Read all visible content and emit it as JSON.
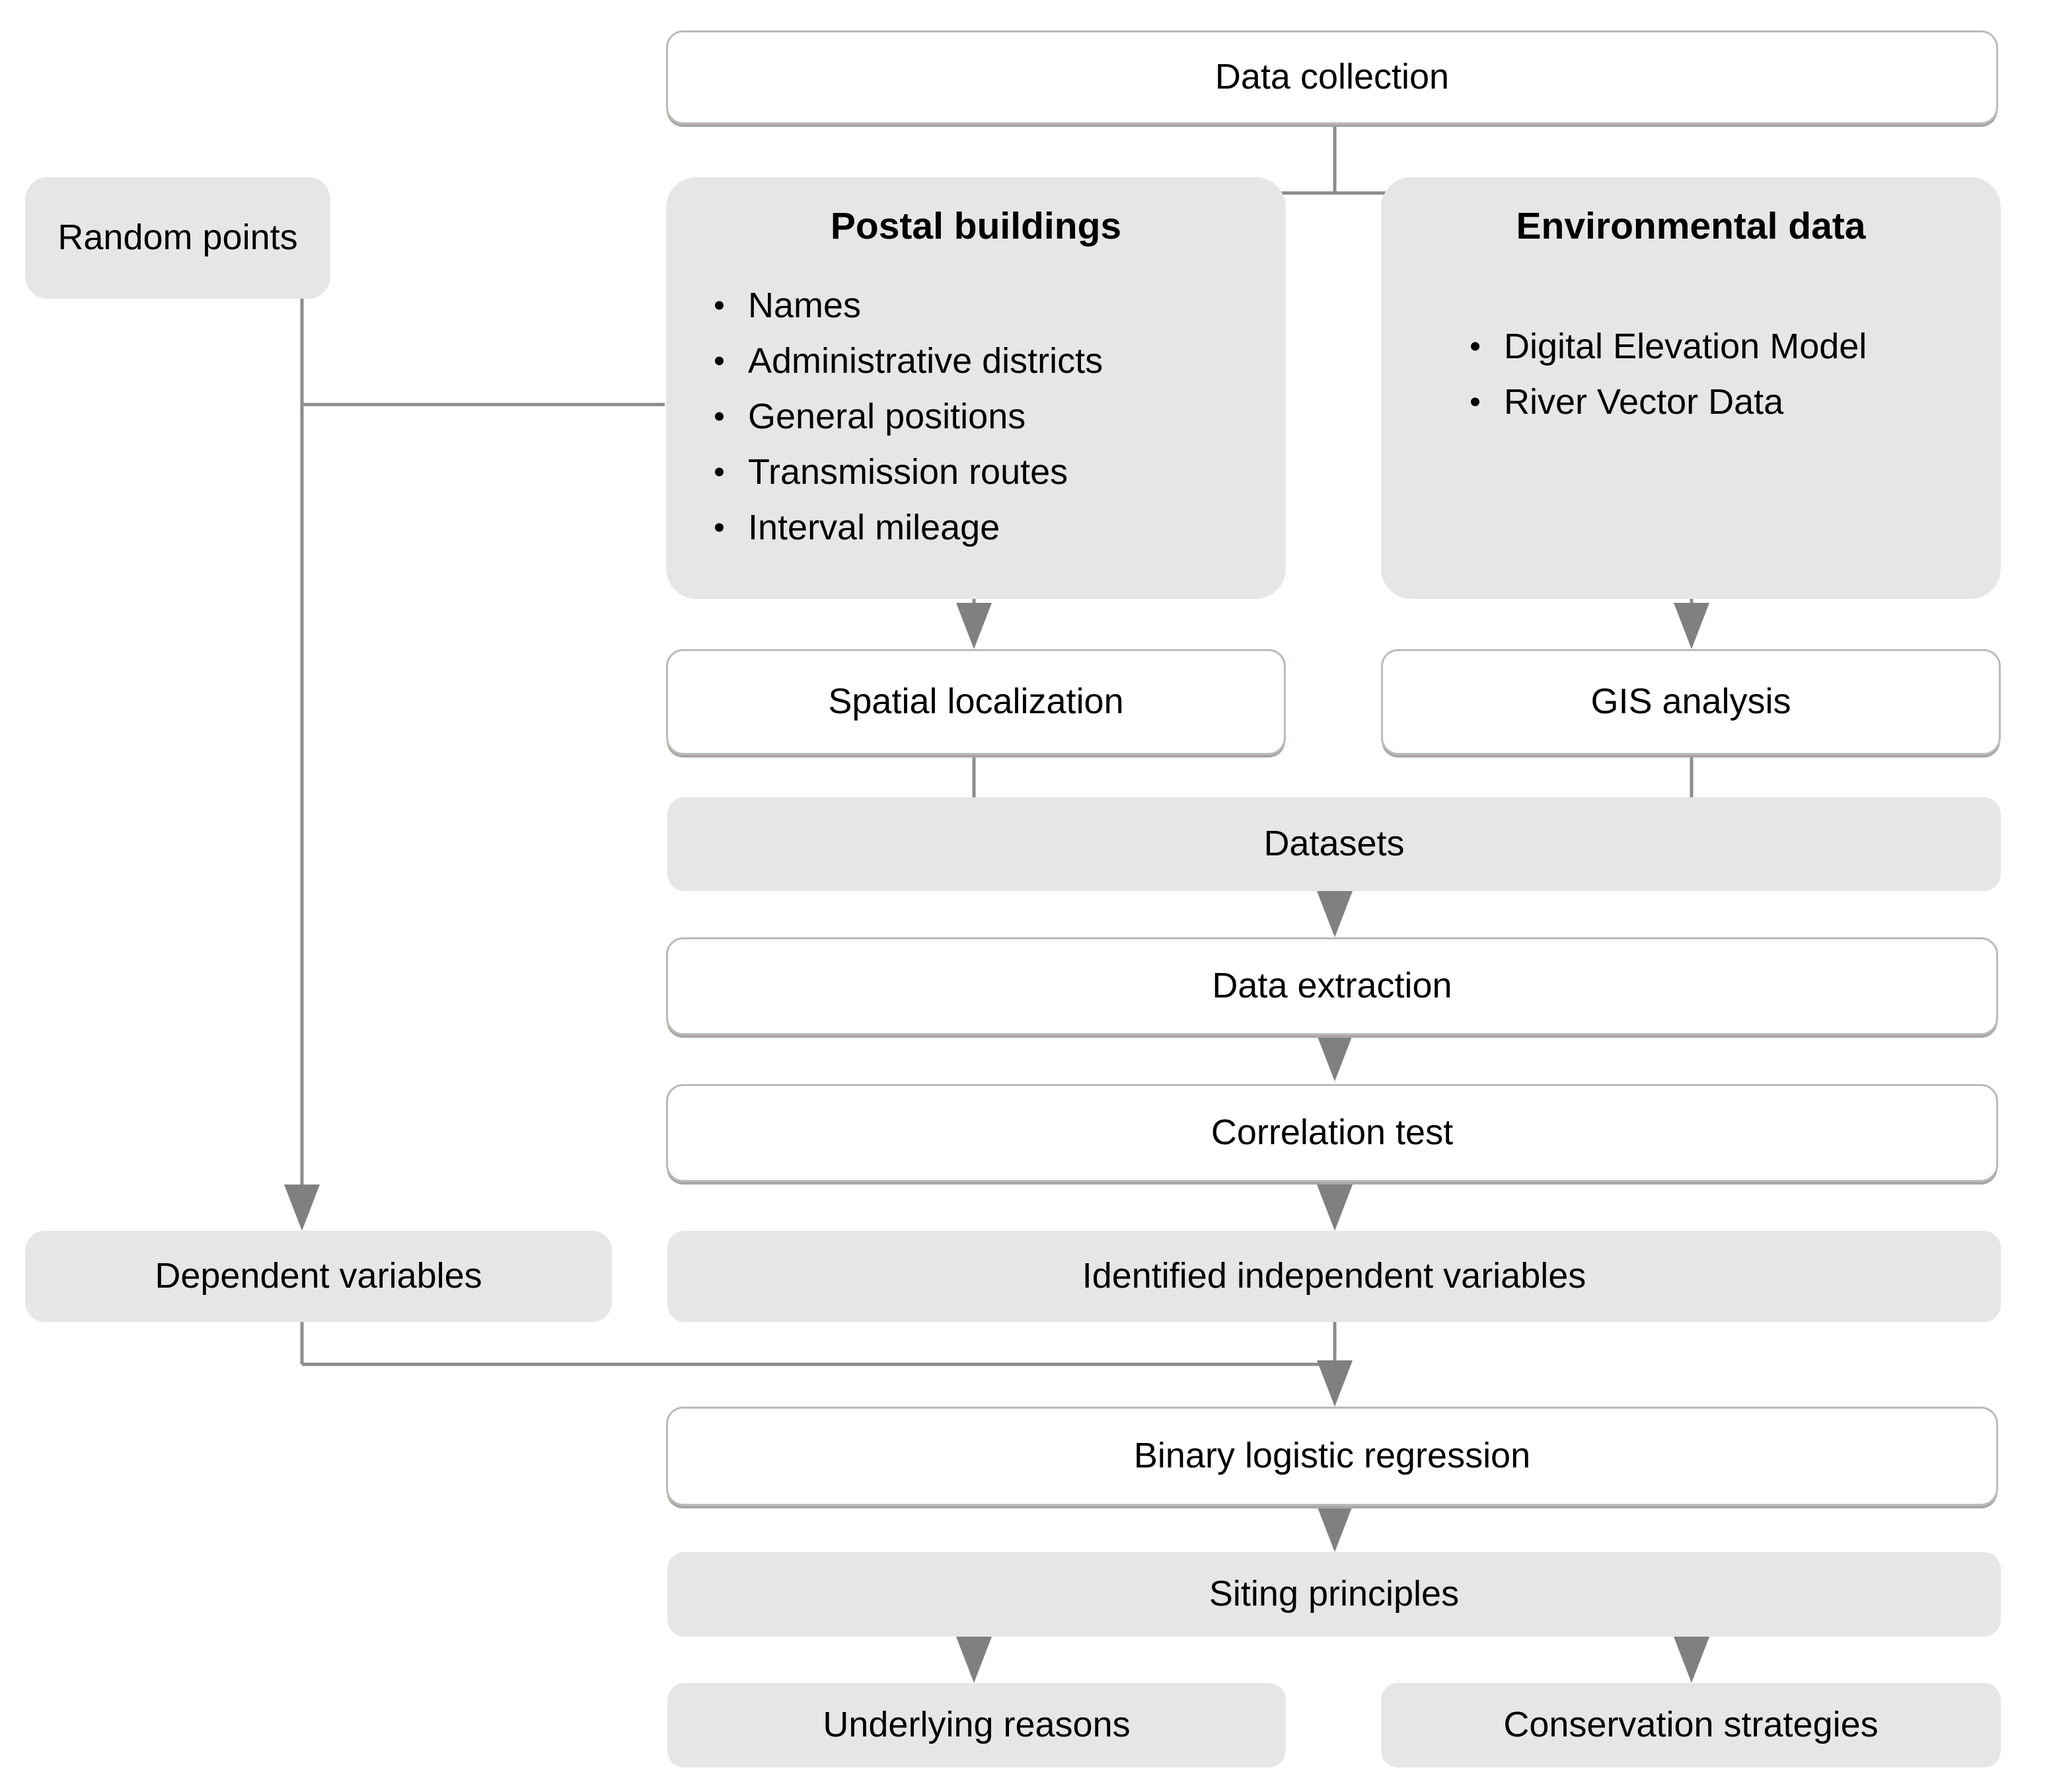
{
  "diagram": {
    "title": "Research workflow flowchart",
    "colors": {
      "box_fill_gray": "#E6E6E6",
      "box_fill_white": "#FFFFFF",
      "box_border": "#BDBAB8",
      "connector_line": "#8C8C8C",
      "arrow_fill": "#808080",
      "text": "#000000"
    }
  },
  "nodes": {
    "data_collection": {
      "label": "Data collection"
    },
    "random_points": {
      "label": "Random points"
    },
    "postal_buildings": {
      "title": "Postal buildings",
      "items": [
        "Names",
        "Administrative districts",
        "General positions",
        "Transmission routes",
        "Interval mileage"
      ]
    },
    "environmental_data": {
      "title": "Environmental data",
      "items": [
        "Digital Elevation Model",
        "River Vector Data"
      ]
    },
    "spatial_localization": {
      "label": "Spatial localization"
    },
    "gis_analysis": {
      "label": "GIS analysis"
    },
    "datasets": {
      "label": "Datasets"
    },
    "data_extraction": {
      "label": "Data extraction"
    },
    "correlation_test": {
      "label": "Correlation test"
    },
    "dependent_variables": {
      "label": "Dependent variables"
    },
    "identified_independent_variables": {
      "label": "Identified independent variables"
    },
    "binary_logistic_regression": {
      "label": "Binary logistic regression"
    },
    "siting_principles": {
      "label": "Siting principles"
    },
    "underlying_reasons": {
      "label": "Underlying reasons"
    },
    "conservation_strategies": {
      "label": "Conservation strategies"
    }
  }
}
